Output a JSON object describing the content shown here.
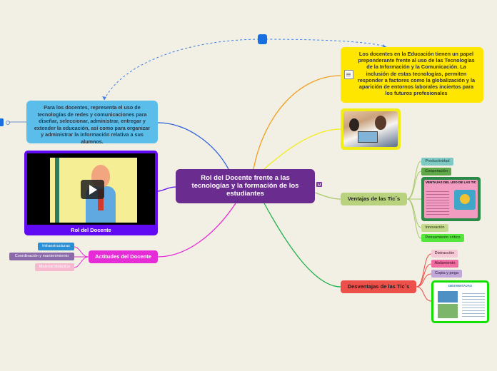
{
  "center": {
    "title": "Rol del Docente frente a las tecnologías y la formación de los estudiantes"
  },
  "top_note": {
    "text": "Los docentes en la Educación  tienen un papel preponderante frente al uso de las Tecnologías de la Información y la Comunicación. La inclusión de estas tecnologías,  permiten responder a factores como la globalización y la aparición de entornos laborales inciertos para los futuros profesionales"
  },
  "left_note": {
    "text": "Para los docentes, representa el uso de tecnologías de redes y comunicaciones para diseñar, seleccionar, administrar, entregar y extender la educación, así como para organizar y administrar la información relativa a sus alumnos."
  },
  "video": {
    "title": "Rol del Docente"
  },
  "actitudes": {
    "label": "Actitudes del Docente",
    "children": [
      {
        "label": "Infraestructuras",
        "color": "#2b8fd6",
        "text_color": "#ffffff"
      },
      {
        "label": "Coordinación y mantenimiento",
        "color": "#8a6aa8",
        "text_color": "#ffffff"
      },
      {
        "label": "Material didáctico",
        "color": "#f7b9cf",
        "text_color": "#ffffff"
      }
    ]
  },
  "ventajas": {
    "label": "Ventajas de las Tic´s",
    "children": [
      {
        "label": "Productividad",
        "color": "#7ec9c4",
        "text_color": "#1b3b3a"
      },
      {
        "label": "Cooperación",
        "color": "#5fa84a",
        "text_color": "#102a0c"
      },
      {
        "label": "Innovación",
        "color": "#c5da8e",
        "text_color": "#2a3310"
      },
      {
        "label": "Pensamiento crítico",
        "color": "#55e63c",
        "text_color": "#133010"
      }
    ],
    "image_header": "VENTAJAS DEL USO DE LAS TIC"
  },
  "desventajas": {
    "label": "Desventajas de las Tic´s",
    "children": [
      {
        "label": "Distracción",
        "color": "#f6c9d6",
        "text_color": "#3a1a22"
      },
      {
        "label": "Aislamiento",
        "color": "#f06da4",
        "text_color": "#3a0a1c"
      },
      {
        "label": "Copia y pega",
        "color": "#c0a8d8",
        "text_color": "#2a1a3a"
      }
    ],
    "image_header": "DESVENTAJAS"
  },
  "colors": {
    "background": "#f2efe4",
    "center": "#6b2c8f",
    "yellow_branch": "#ffe600",
    "blue_branch": "#5bbdea",
    "violet_branch": "#5f0af2",
    "magenta_branch": "#e62cd6",
    "green_branch": "#b8d27e",
    "red_branch": "#ed4f4a"
  }
}
